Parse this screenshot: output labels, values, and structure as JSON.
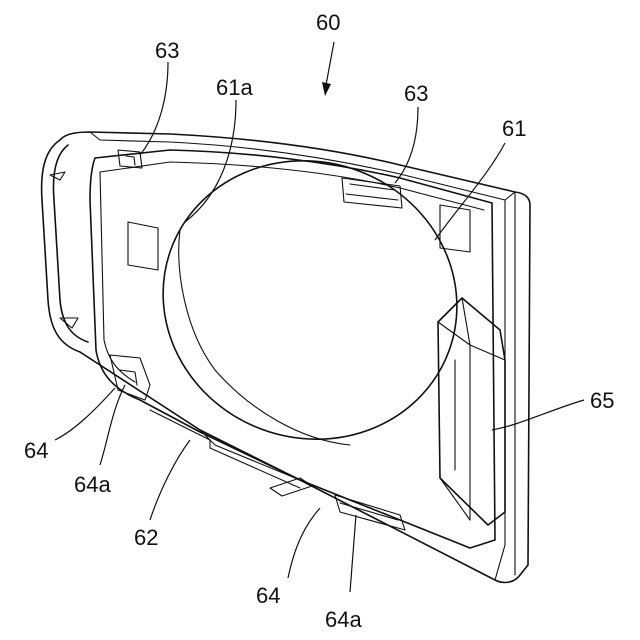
{
  "figure": {
    "reference_numeral": "60",
    "labels": {
      "l_63_left": "63",
      "l_61a": "61a",
      "l_63_right": "63",
      "l_61": "61",
      "l_65": "65",
      "l_64_left": "64",
      "l_64a_left": "64a",
      "l_62": "62",
      "l_64_bottom": "64",
      "l_64a_bottom": "64a"
    }
  }
}
